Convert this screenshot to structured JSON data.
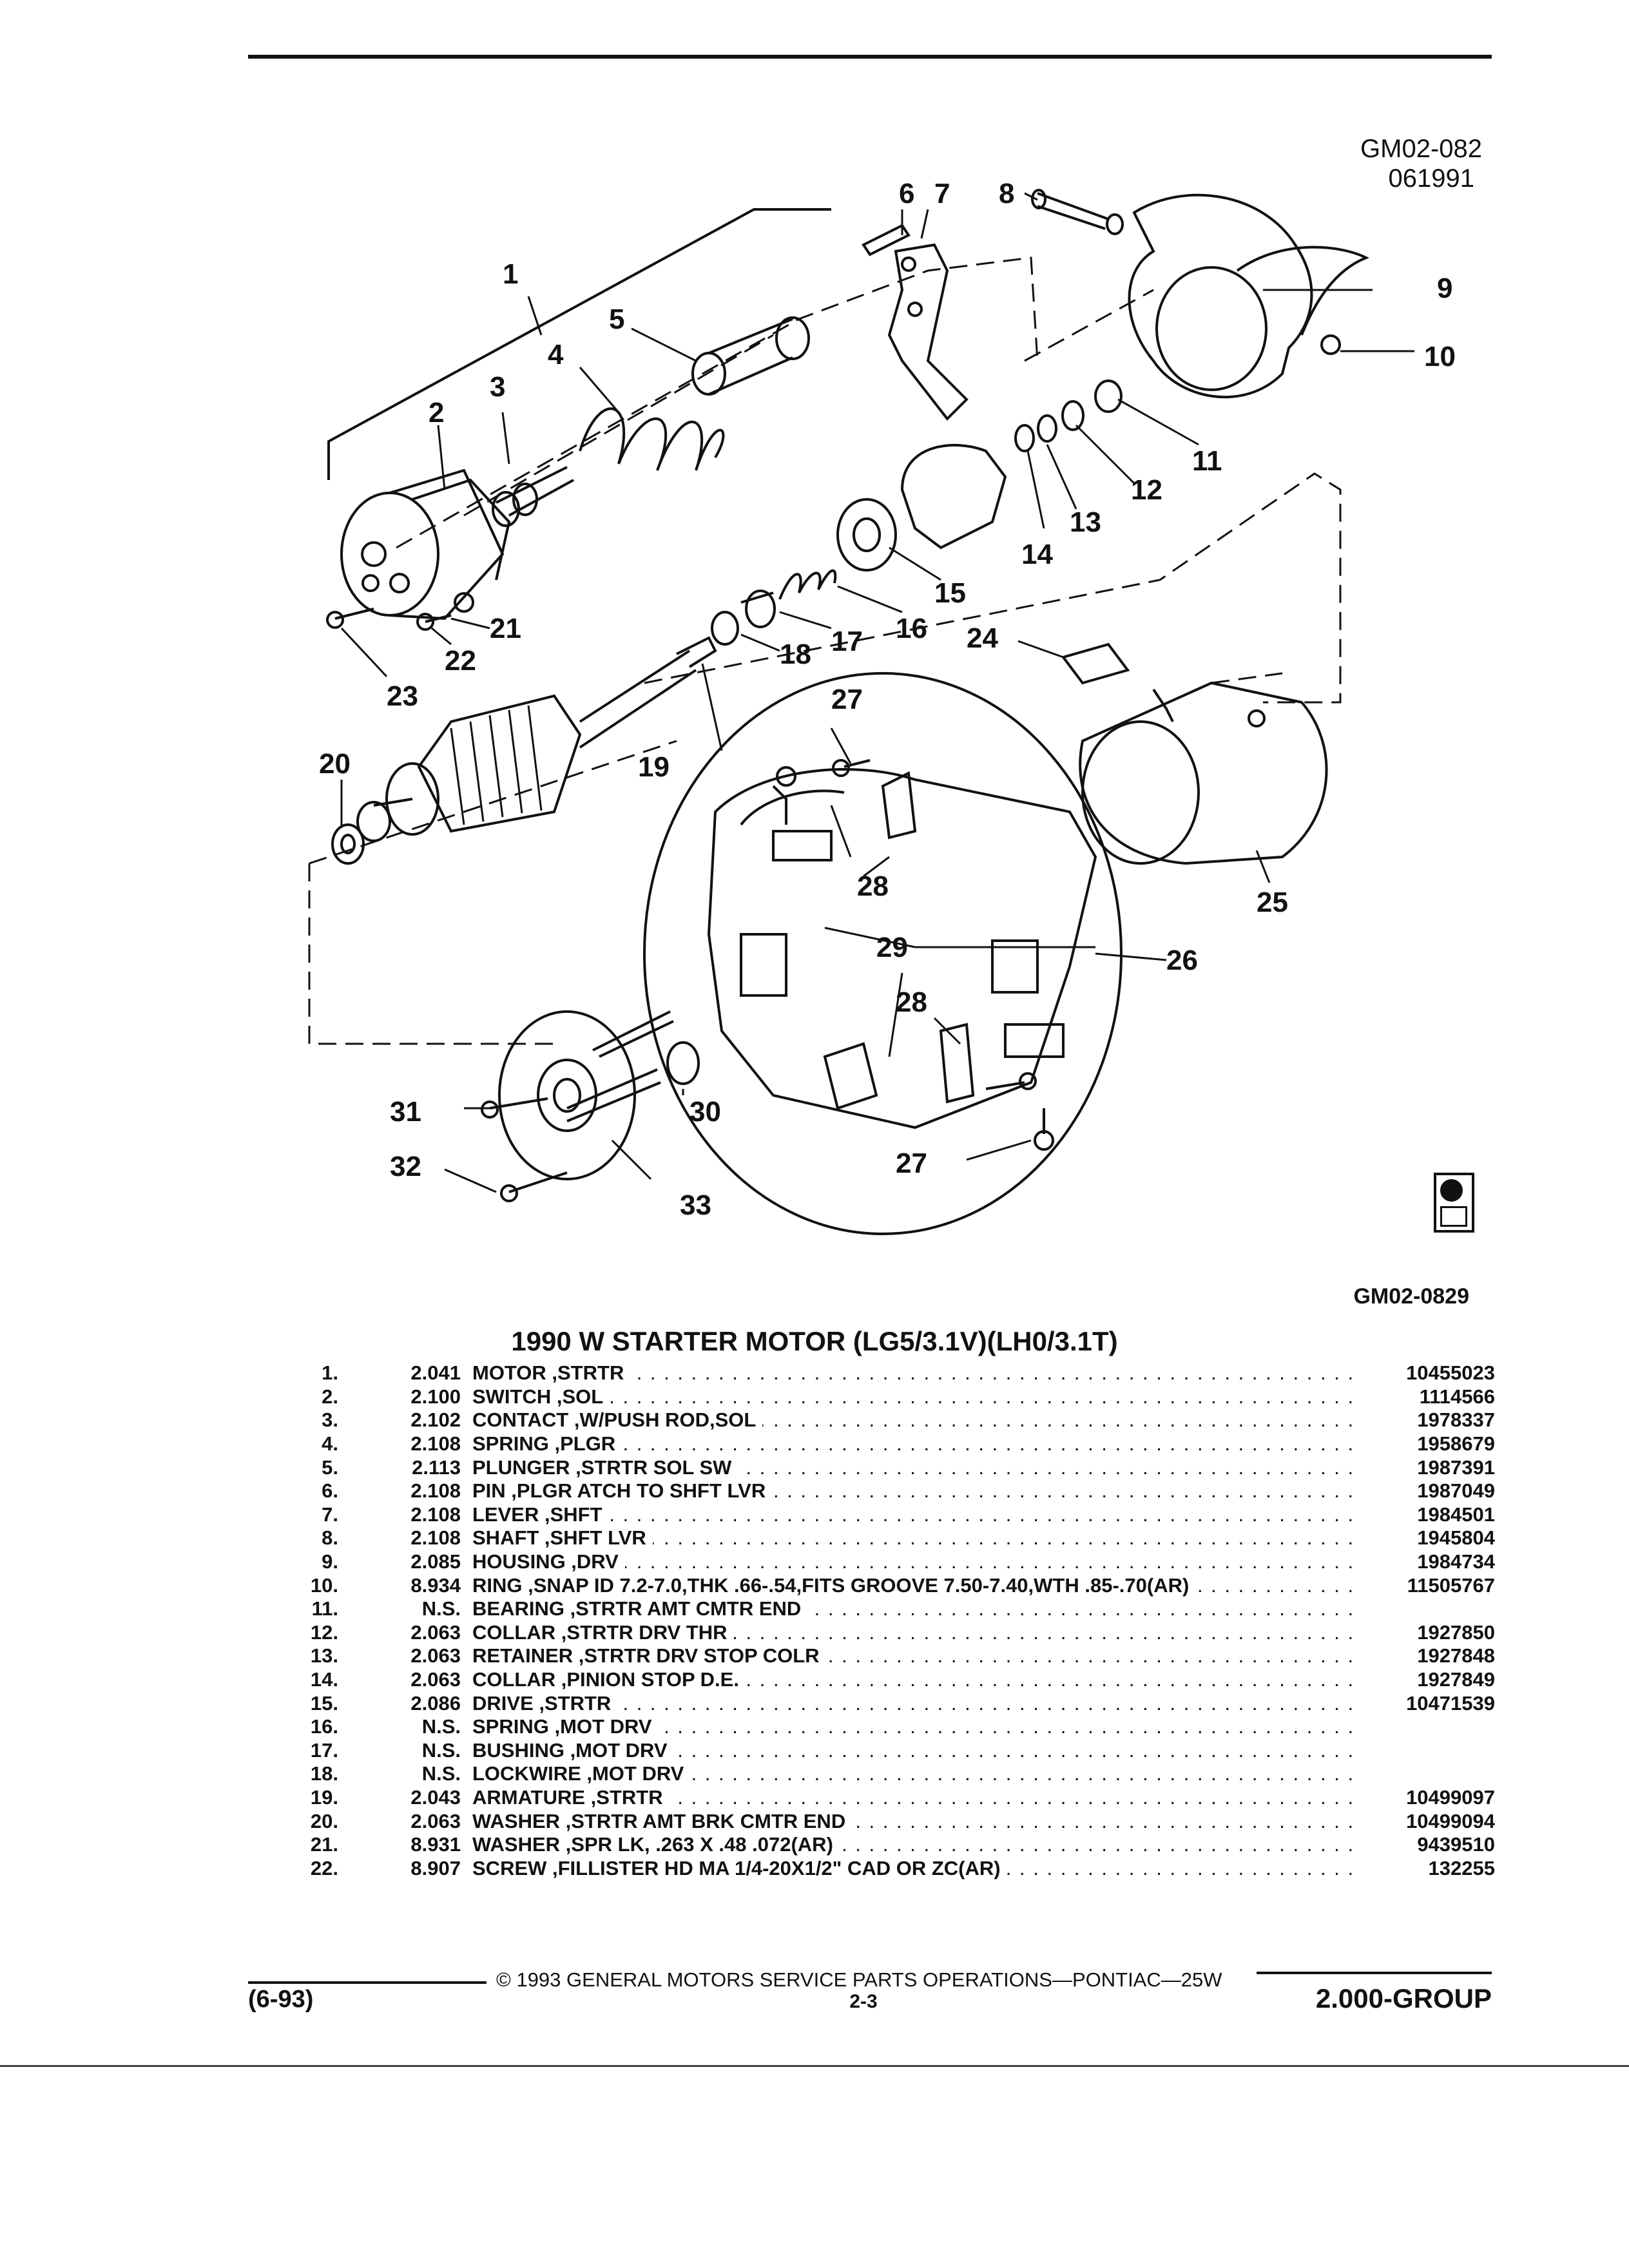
{
  "header": {
    "code": "GM02-082",
    "date": "061991"
  },
  "figure": {
    "callouts": [
      "1",
      "2",
      "3",
      "4",
      "5",
      "6",
      "7",
      "8",
      "9",
      "10",
      "11",
      "12",
      "13",
      "14",
      "15",
      "16",
      "17",
      "18",
      "19",
      "20",
      "21",
      "22",
      "23",
      "24",
      "25",
      "26",
      "27",
      "27",
      "28",
      "28",
      "29",
      "30",
      "31",
      "32",
      "33"
    ],
    "figure_code": "GM02-0829",
    "badge_icon": "gm-spo-logo-icon"
  },
  "title": "1990 W STARTER MOTOR (LG5/3.1V)(LH0/3.1T)",
  "parts": [
    {
      "num": "1.",
      "group": "2.041",
      "desc": "MOTOR ,STRTR",
      "pn": "10455023"
    },
    {
      "num": "2.",
      "group": "2.100",
      "desc": "SWITCH ,SOL",
      "pn": "1114566"
    },
    {
      "num": "3.",
      "group": "2.102",
      "desc": "CONTACT ,W/PUSH ROD,SOL",
      "pn": "1978337"
    },
    {
      "num": "4.",
      "group": "2.108",
      "desc": "SPRING ,PLGR",
      "pn": "1958679"
    },
    {
      "num": "5.",
      "group": "2.113",
      "desc": "PLUNGER ,STRTR SOL SW",
      "pn": "1987391"
    },
    {
      "num": "6.",
      "group": "2.108",
      "desc": "PIN ,PLGR ATCH TO SHFT LVR",
      "pn": "1987049"
    },
    {
      "num": "7.",
      "group": "2.108",
      "desc": "LEVER ,SHFT",
      "pn": "1984501"
    },
    {
      "num": "8.",
      "group": "2.108",
      "desc": "SHAFT ,SHFT LVR",
      "pn": "1945804"
    },
    {
      "num": "9.",
      "group": "2.085",
      "desc": "HOUSING ,DRV",
      "pn": "1984734"
    },
    {
      "num": "10.",
      "group": "8.934",
      "desc": "RING ,SNAP ID 7.2-7.0,THK .66-.54,FITS GROOVE 7.50-7.40,WTH .85-.70(AR)",
      "pn": "11505767"
    },
    {
      "num": "11.",
      "group": "N.S.",
      "desc": "BEARING ,STRTR AMT CMTR END",
      "pn": ""
    },
    {
      "num": "12.",
      "group": "2.063",
      "desc": "COLLAR ,STRTR DRV THR",
      "pn": "1927850"
    },
    {
      "num": "13.",
      "group": "2.063",
      "desc": "RETAINER ,STRTR DRV STOP COLR",
      "pn": "1927848"
    },
    {
      "num": "14.",
      "group": "2.063",
      "desc": "COLLAR ,PINION STOP D.E.",
      "pn": "1927849"
    },
    {
      "num": "15.",
      "group": "2.086",
      "desc": "DRIVE ,STRTR",
      "pn": "10471539"
    },
    {
      "num": "16.",
      "group": "N.S.",
      "desc": "SPRING ,MOT DRV",
      "pn": ""
    },
    {
      "num": "17.",
      "group": "N.S.",
      "desc": "BUSHING ,MOT DRV",
      "pn": ""
    },
    {
      "num": "18.",
      "group": "N.S.",
      "desc": "LOCKWIRE ,MOT DRV",
      "pn": ""
    },
    {
      "num": "19.",
      "group": "2.043",
      "desc": "ARMATURE ,STRTR",
      "pn": "10499097"
    },
    {
      "num": "20.",
      "group": "2.063",
      "desc": "WASHER ,STRTR AMT BRK CMTR END",
      "pn": "10499094"
    },
    {
      "num": "21.",
      "group": "8.931",
      "desc": "WASHER ,SPR LK, .263 X .48 .072(AR)",
      "pn": "9439510"
    },
    {
      "num": "22.",
      "group": "8.907",
      "desc": "SCREW ,FILLISTER HD MA 1/4-20X1/2\" CAD OR ZC(AR)",
      "pn": "132255"
    }
  ],
  "footer": {
    "copyright": "© 1993 GENERAL MOTORS SERVICE PARTS OPERATIONS—PONTIAC—25W",
    "date_code": "(6-93)",
    "page": "2-3",
    "group": "2.000-GROUP"
  }
}
